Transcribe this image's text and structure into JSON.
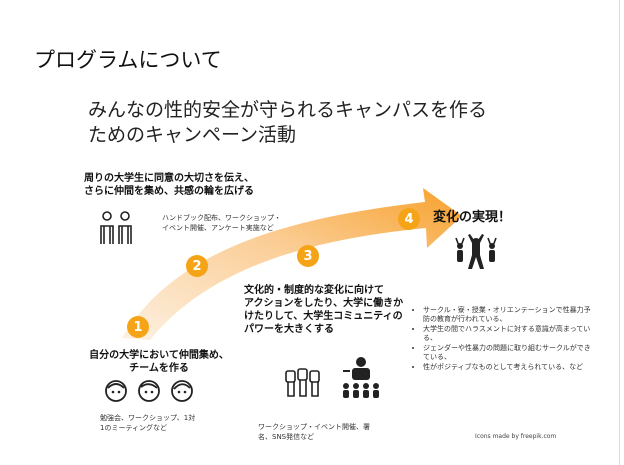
{
  "slide": {
    "title": "プログラムについて",
    "subtitle_line1": "みんなの性的安全が守られるキャンパスを作る",
    "subtitle_line2": "ためのキャンペーン活動"
  },
  "steps": [
    {
      "number": "1",
      "heading_line1": "自分の大学において仲間集め、",
      "heading_line2": "チームを作る",
      "note_line1": "勉強会、ワークショップ、1対",
      "note_line2": "1のミーティングなど"
    },
    {
      "number": "2",
      "heading_line1": "周りの大学生に同意の大切さを伝え、",
      "heading_line2": "さらに仲間を集め、共感の輪を広げる",
      "note_line1": "ハンドブック配布、ワークショップ・",
      "note_line2": "イベント開催、アンケート実施など"
    },
    {
      "number": "3",
      "heading_line1": "文化的・制度的な変化に向けて",
      "heading_line2": "アクションをしたり、大学に働きか",
      "heading_line3": "けたりして、大学生コミュニティの",
      "heading_line4": "パワーを大きくする",
      "note_line1": "ワークショップ・イベント開催、署",
      "note_line2": "名、SNS発信など"
    },
    {
      "number": "4",
      "heading": "変化の実現！",
      "bullets": [
        "サークル・寮・授業・オリエンテーションで性暴力予防の教育が行われている、",
        "大学生の間でハラスメントに対する意識が高まっている、",
        "ジェンダーや性暴力の問題に取り組むサークルができている、",
        "性がポジティブなものとして考えられている、など"
      ]
    }
  ],
  "credit": "Icons made by freepik.com",
  "colors": {
    "accent": "#f6a417",
    "arrow_start": "#fde9cf",
    "arrow_end": "#f7a02a"
  },
  "icons": [
    "two-people-talking-icon",
    "three-faces-icon",
    "raised-fists-icon",
    "presenter-audience-icon",
    "celebrating-crowd-icon"
  ]
}
